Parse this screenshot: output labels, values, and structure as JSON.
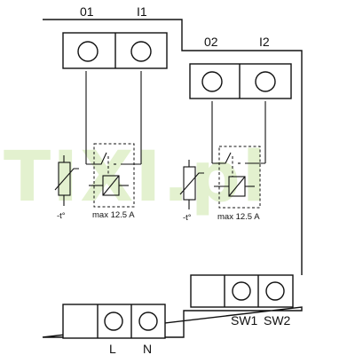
{
  "watermark": "TIXI.pl",
  "terminals": {
    "top_left": [
      "01",
      "I1"
    ],
    "top_right": [
      "02",
      "I2"
    ],
    "bottom_left": [
      "L",
      "N"
    ],
    "bottom_right": [
      "SW1",
      "SW2"
    ]
  },
  "circuits": [
    {
      "temp_label": "-t°",
      "rating_label": "max 12.5 A"
    },
    {
      "temp_label": "-t°",
      "rating_label": "max 12.5 A"
    }
  ]
}
